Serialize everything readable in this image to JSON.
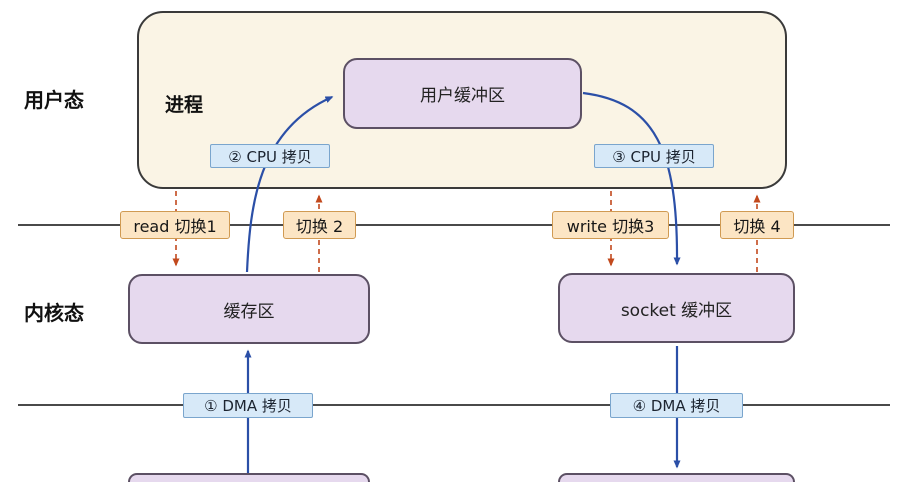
{
  "diagram": {
    "regions": {
      "user_mode_label": "用户态",
      "kernel_mode_label": "内核态",
      "process_label": "进程"
    },
    "buffers": {
      "user_buffer": "用户缓冲区",
      "kernel_buffer": "缓存区",
      "socket_buffer": "socket 缓冲区"
    },
    "copies": {
      "dma_copy_1": "① DMA 拷贝",
      "cpu_copy_2": "② CPU 拷贝",
      "cpu_copy_3": "③ CPU 拷贝",
      "dma_copy_4": "④ DMA 拷贝"
    },
    "switches": {
      "switch_1": "read 切换1",
      "switch_2": "切换 2",
      "switch_3": "write 切换3",
      "switch_4": "切换 4"
    },
    "colors": {
      "process_fill": "#faf4e5",
      "buffer_fill": "#e6d9ee",
      "copy_label_fill": "#d7e9f8",
      "switch_label_fill": "#fce5c4",
      "data_arrow_blue": "#2b4fa7",
      "switch_arrow_red": "#c2491d",
      "boundary_line": "#4a4a4a"
    }
  }
}
